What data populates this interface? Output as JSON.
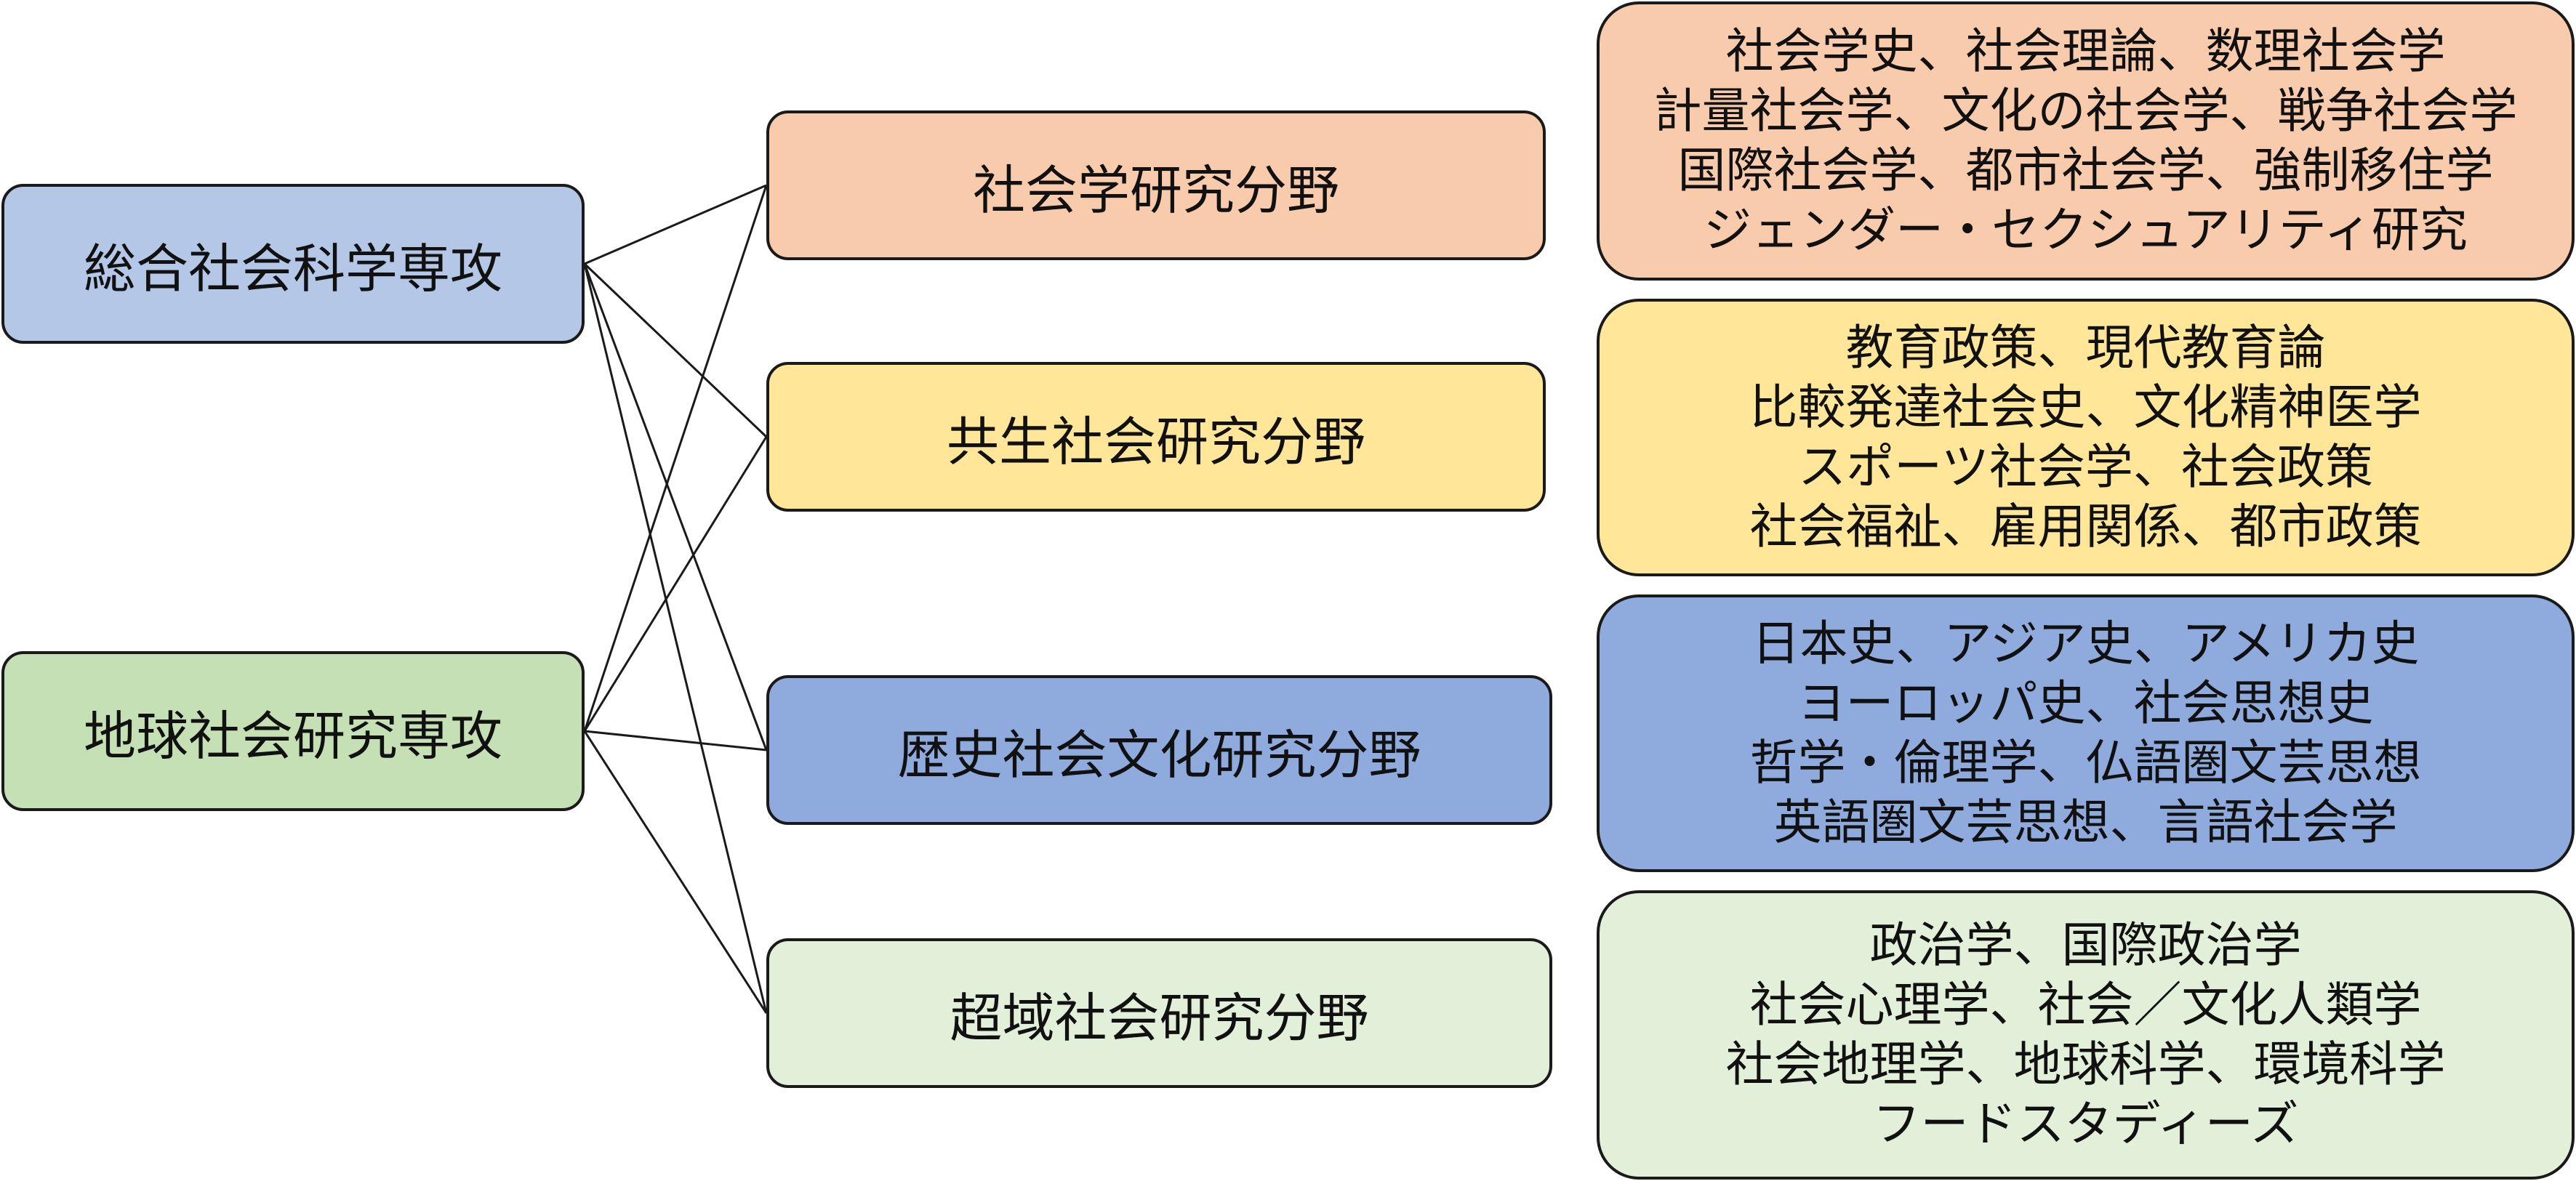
{
  "diagram": {
    "majors": [
      {
        "label": "総合社会科学専攻",
        "color": "#b4c7e7"
      },
      {
        "label": "地球社会研究専攻",
        "color": "#c5e0b4"
      }
    ],
    "fields": [
      {
        "label": "社会学研究分野",
        "color": "#f8cbad"
      },
      {
        "label": "共生社会研究分野",
        "color": "#ffe699"
      },
      {
        "label": "歴史社会文化研究分野",
        "color": "#8faadc"
      },
      {
        "label": "超域社会研究分野",
        "color": "#e2f0d9"
      }
    ],
    "topics": [
      {
        "color": "#f8cbad",
        "lines": [
          "社会学史、社会理論、数理社会学",
          "計量社会学、文化の社会学、戦争社会学",
          "国際社会学、都市社会学、強制移住学",
          "ジェンダー・セクシュアリティ研究"
        ]
      },
      {
        "color": "#ffe699",
        "lines": [
          "教育政策、現代教育論",
          "比較発達社会史、文化精神医学",
          "スポーツ社会学、社会政策",
          "社会福祉、雇用関係、都市政策"
        ]
      },
      {
        "color": "#8faadc",
        "lines": [
          "日本史、アジア史、アメリカ史",
          "ヨーロッパ史、社会思想史",
          "哲学・倫理学、仏語圏文芸思想",
          "英語圏文芸思想、言語社会学"
        ]
      },
      {
        "color": "#e2f0d9",
        "lines": [
          "政治学、国際政治学",
          "社会心理学、社会／文化人類学",
          "社会地理学、地球科学、環境科学",
          "フードスタディーズ"
        ]
      }
    ],
    "connections": [
      {
        "from": 0,
        "to": 0
      },
      {
        "from": 0,
        "to": 1
      },
      {
        "from": 0,
        "to": 2
      },
      {
        "from": 0,
        "to": 3
      },
      {
        "from": 1,
        "to": 0
      },
      {
        "from": 1,
        "to": 1
      },
      {
        "from": 1,
        "to": 2
      },
      {
        "from": 1,
        "to": 3
      }
    ]
  }
}
